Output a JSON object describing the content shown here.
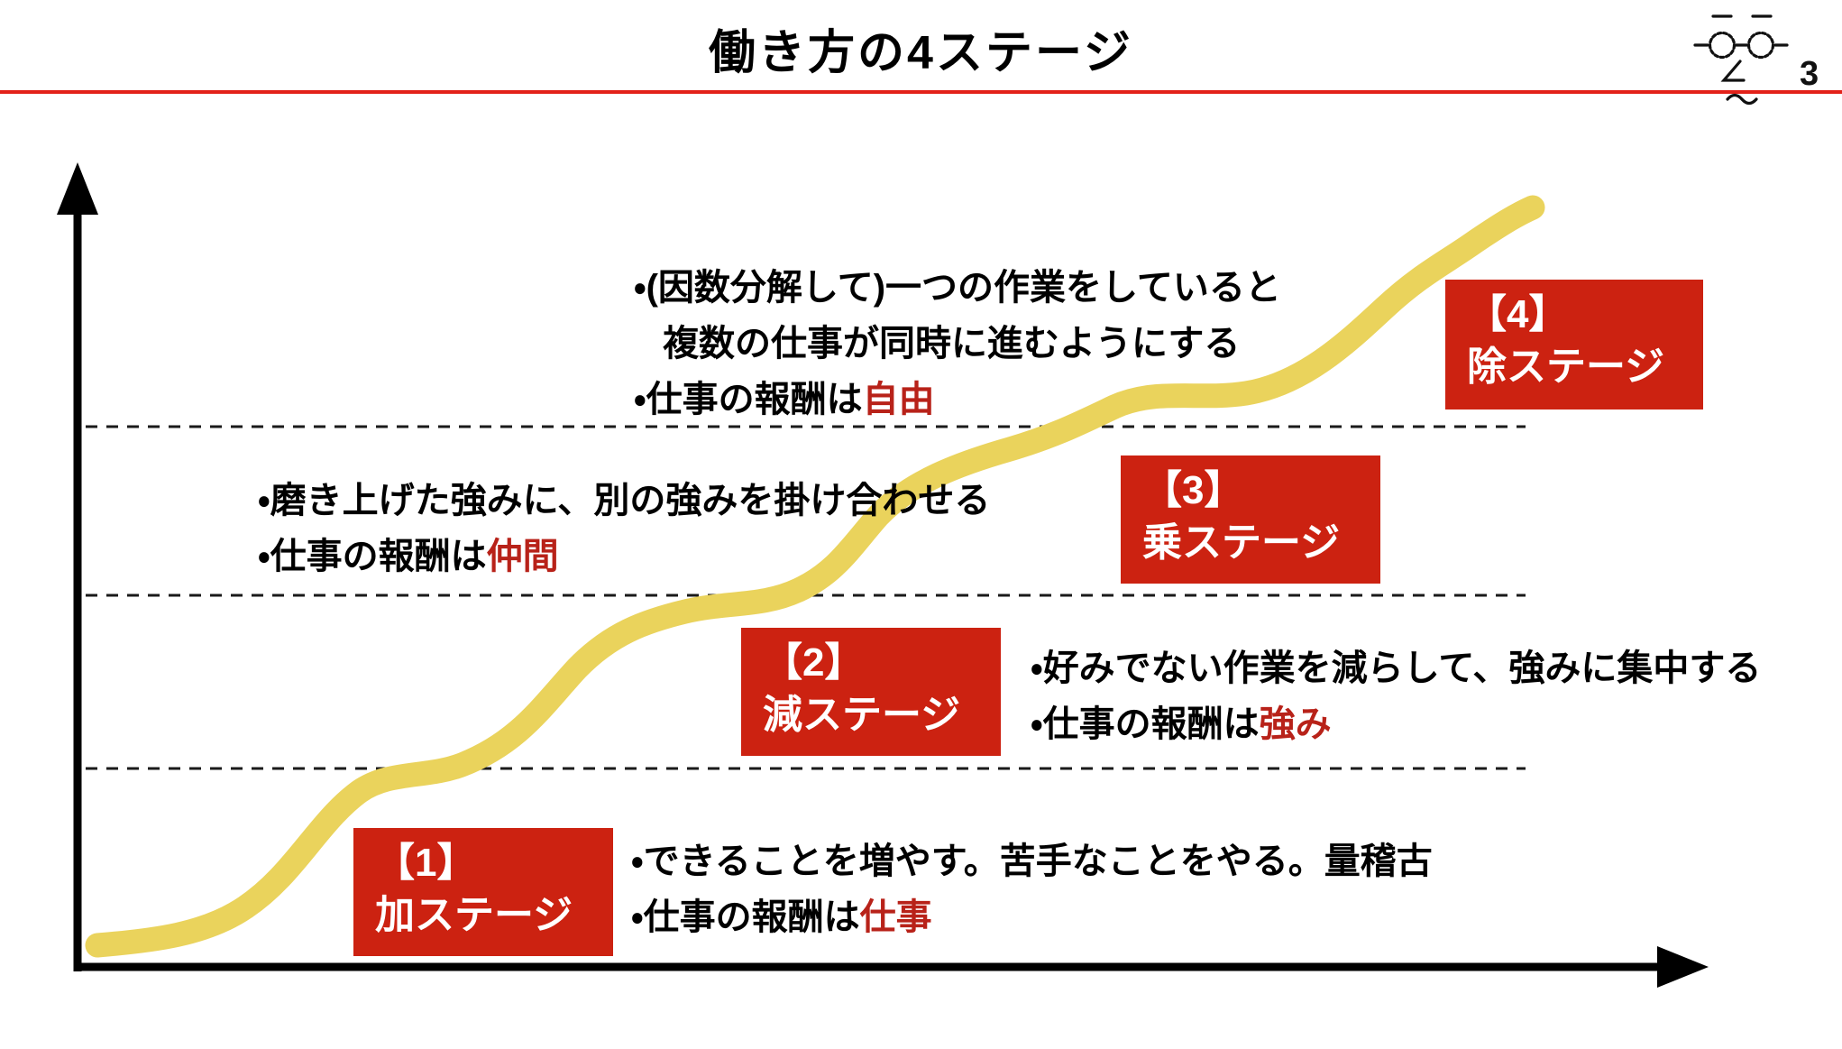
{
  "header": {
    "title": "働き方の4ステージ",
    "doodle_number": "3"
  },
  "colors": {
    "stage_box_red": "#CC2211",
    "reward_accent_red": "#B82219",
    "title_rule_red": "#E32119",
    "curve_yellow": "#EAD35C",
    "axis_black": "#000000"
  },
  "stages": [
    {
      "number": "【1】",
      "name": "加ステージ",
      "bullets": [
        "・できることを増やす。苦手なことをやる。量稽古"
      ],
      "reward_prefix": "・仕事の報酬は",
      "reward": "仕事"
    },
    {
      "number": "【2】",
      "name": "減ステージ",
      "bullets": [
        "・好みでない作業を減らして、強みに集中する"
      ],
      "reward_prefix": "・仕事の報酬は",
      "reward": "強み"
    },
    {
      "number": "【3】",
      "name": "乗ステージ",
      "bullets": [
        "・磨き上げた強みに、別の強みを掛け合わせる"
      ],
      "reward_prefix": "・仕事の報酬は",
      "reward": "仲間"
    },
    {
      "number": "【4】",
      "name": "除ステージ",
      "bullets": [
        "・(因数分解して)一つの作業をしていると",
        "複数の仕事が同時に進むようにする"
      ],
      "reward_prefix": "・仕事の報酬は",
      "reward": "自由"
    }
  ]
}
